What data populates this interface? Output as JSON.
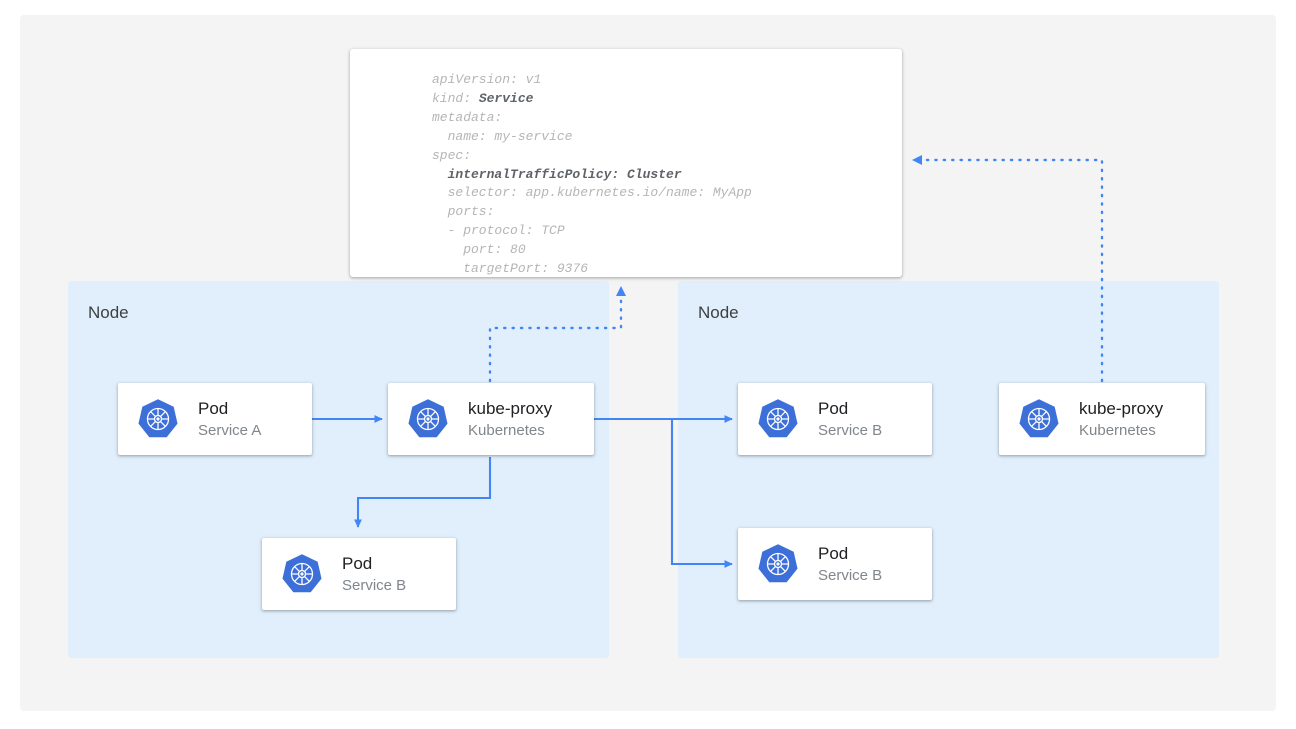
{
  "diagram": {
    "title": "kubernetes-internal-traffic-policy-cluster",
    "colors": {
      "canvas_bg": "#f4f4f4",
      "node_bg": "#e1effc",
      "card_bg": "#ffffff",
      "arrow_blue": "#4285f4",
      "dotted_blue": "#4285f4",
      "k8s_blue": "#3d6fd8",
      "title_text": "#202124",
      "sub_text": "#80868b",
      "code_dim": "#b5b5b5",
      "code_bold": "#5f6368"
    }
  },
  "yaml_card": {
    "name": "service-manifest",
    "lines": [
      {
        "text": "apiVersion: v1",
        "bold": false
      },
      {
        "text": "kind: ",
        "bold": false,
        "bold_tail": "Service"
      },
      {
        "text": "metadata:",
        "bold": false
      },
      {
        "text": "  name: my-service",
        "bold": false
      },
      {
        "text": "spec:",
        "bold": false
      },
      {
        "text": "  internalTrafficPolicy: Cluster",
        "bold": true
      },
      {
        "text": "  selector: app.kubernetes.io/name: MyApp",
        "bold": false
      },
      {
        "text": "  ports:",
        "bold": false
      },
      {
        "text": "  - protocol: TCP",
        "bold": false
      },
      {
        "text": "    port: 80",
        "bold": false
      },
      {
        "text": "    targetPort: 9376",
        "bold": false
      }
    ]
  },
  "nodes": [
    {
      "id": "node-left",
      "label": "Node"
    },
    {
      "id": "node-right",
      "label": "Node"
    }
  ],
  "cards": [
    {
      "id": "pod-service-a",
      "title": "Pod",
      "subtitle": "Service A",
      "icon": "kubernetes-icon"
    },
    {
      "id": "kube-proxy-left",
      "title": "kube-proxy",
      "subtitle": "Kubernetes",
      "icon": "kubernetes-icon"
    },
    {
      "id": "pod-service-b-local",
      "title": "Pod",
      "subtitle": "Service B",
      "icon": "kubernetes-icon"
    },
    {
      "id": "pod-service-b-remote-1",
      "title": "Pod",
      "subtitle": "Service B",
      "icon": "kubernetes-icon"
    },
    {
      "id": "pod-service-b-remote-2",
      "title": "Pod",
      "subtitle": "Service B",
      "icon": "kubernetes-icon"
    },
    {
      "id": "kube-proxy-right",
      "title": "kube-proxy",
      "subtitle": "Kubernetes",
      "icon": "kubernetes-icon"
    }
  ],
  "connections": [
    {
      "id": "pod-a-to-kube-proxy",
      "style": "solid",
      "from": "pod-service-a",
      "to": "kube-proxy-left"
    },
    {
      "id": "kube-proxy-to-local-pod-b",
      "style": "solid",
      "from": "kube-proxy-left",
      "to": "pod-service-b-local"
    },
    {
      "id": "kube-proxy-to-remote-pod-b-1",
      "style": "solid",
      "from": "kube-proxy-left",
      "to": "pod-service-b-remote-1"
    },
    {
      "id": "kube-proxy-to-remote-pod-b-2",
      "style": "solid",
      "from": "kube-proxy-left",
      "to": "pod-service-b-remote-2"
    },
    {
      "id": "kube-proxy-left-to-manifest",
      "style": "dotted",
      "from": "kube-proxy-left",
      "to": "service-manifest"
    },
    {
      "id": "kube-proxy-right-to-manifest",
      "style": "dotted",
      "from": "kube-proxy-right",
      "to": "service-manifest"
    }
  ]
}
